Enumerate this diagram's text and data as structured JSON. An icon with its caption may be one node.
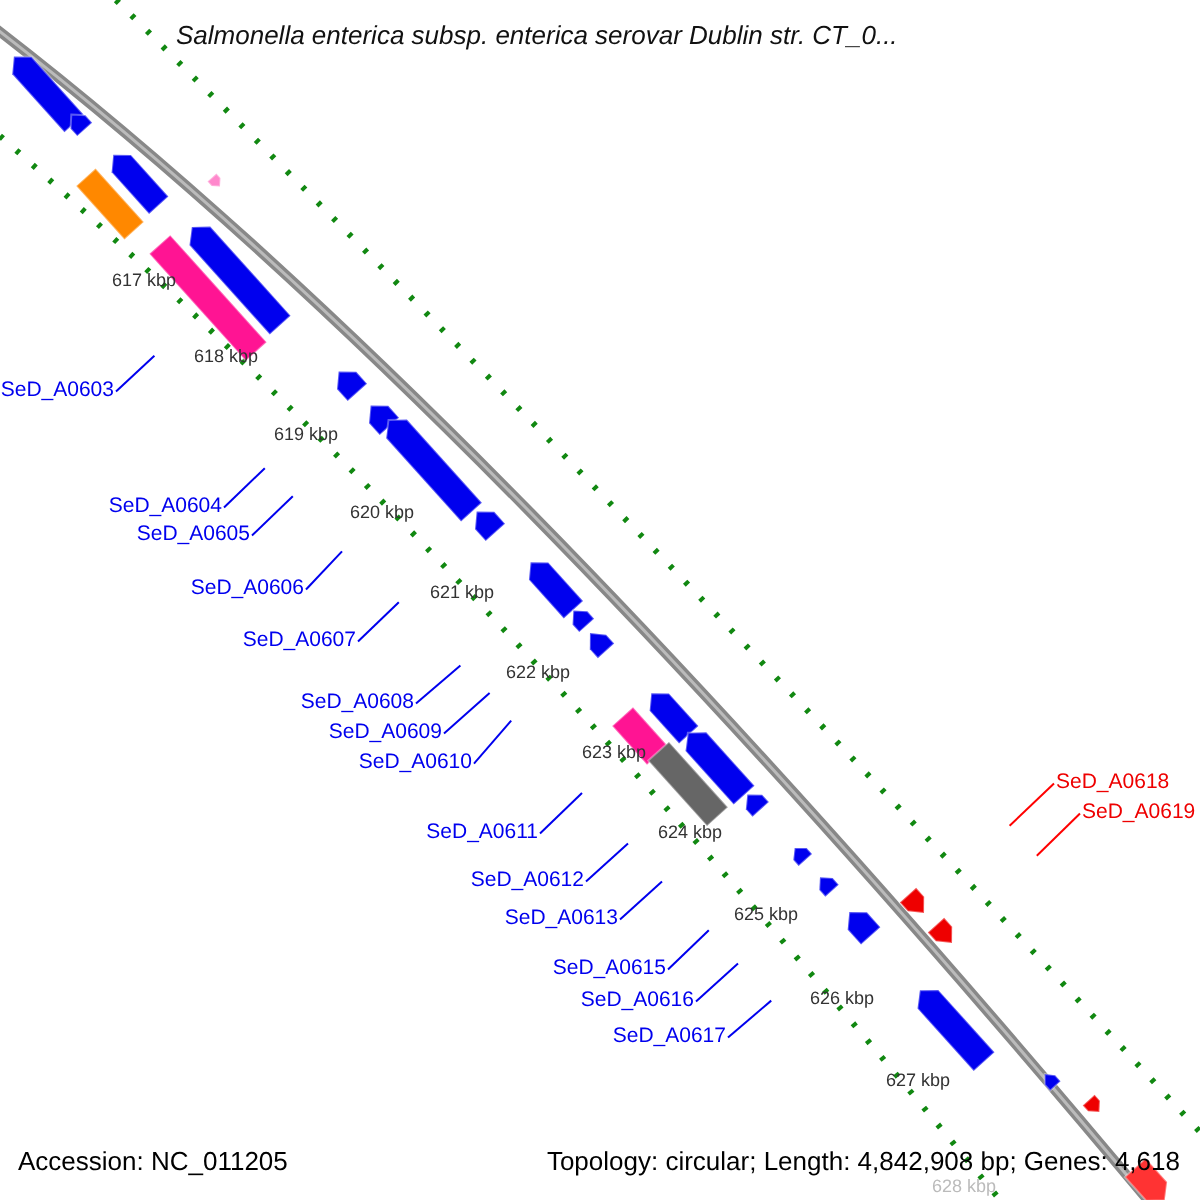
{
  "diagram": {
    "title": "Salmonella enterica subsp. enterica serovar Dublin str. CT_0...",
    "nodes": [
      {
        "text": [
          "SeD_A0603"
        ]
      },
      {
        "text": [
          "SeD_A0604"
        ]
      },
      {
        "text": [
          "SeD_A0605"
        ]
      },
      {
        "text": [
          "SeD_A0606"
        ]
      },
      {
        "text": [
          "SeD_A0607"
        ]
      },
      {
        "text": [
          "SeD_A0608"
        ]
      },
      {
        "text": [
          "SeD_A0609"
        ]
      },
      {
        "text": [
          "SeD_A0610"
        ]
      },
      {
        "text": [
          "SeD_A0611"
        ]
      },
      {
        "text": [
          "SeD_A0612"
        ]
      },
      {
        "text": [
          "SeD_A0613"
        ]
      },
      {
        "text": [
          "SeD_A0615"
        ]
      },
      {
        "text": [
          "SeD_A0616"
        ]
      },
      {
        "text": [
          "SeD_A0617"
        ]
      },
      {
        "text": [
          "SeD_A0618"
        ]
      },
      {
        "text": [
          "SeD_A0619"
        ]
      }
    ],
    "edges": [
      {
        "from": 0,
        "to": null,
        "arrow": "none"
      },
      {
        "from": 1,
        "to": null,
        "arrow": "none"
      },
      {
        "from": 2,
        "to": null,
        "arrow": "none"
      },
      {
        "from": 3,
        "to": null,
        "arrow": "none"
      },
      {
        "from": 4,
        "to": null,
        "arrow": "none"
      },
      {
        "from": 5,
        "to": null,
        "arrow": "none"
      },
      {
        "from": 6,
        "to": null,
        "arrow": "none"
      },
      {
        "from": 7,
        "to": null,
        "arrow": "none"
      },
      {
        "from": 8,
        "to": null,
        "arrow": "none"
      },
      {
        "from": 9,
        "to": null,
        "arrow": "none"
      },
      {
        "from": 10,
        "to": null,
        "arrow": "none"
      },
      {
        "from": 11,
        "to": null,
        "arrow": "none"
      },
      {
        "from": 12,
        "to": null,
        "arrow": "none"
      },
      {
        "from": 13,
        "to": null,
        "arrow": "none"
      },
      {
        "from": 14,
        "to": null,
        "arrow": "none",
        "color": "#ff0000"
      },
      {
        "from": 15,
        "to": null,
        "arrow": "none",
        "color": "#ff0000"
      }
    ],
    "labels": [
      "617 kbp",
      "618 kbp",
      "619 kbp",
      "620 kbp",
      "621 kbp",
      "622 kbp",
      "623 kbp",
      "624 kbp",
      "625 kbp",
      "626 kbp",
      "627 kbp",
      "628 kbp",
      "Accession: NC_011205",
      "Topology: circular; Length: 4,842,908 bp; Genes: 4,618"
    ]
  }
}
